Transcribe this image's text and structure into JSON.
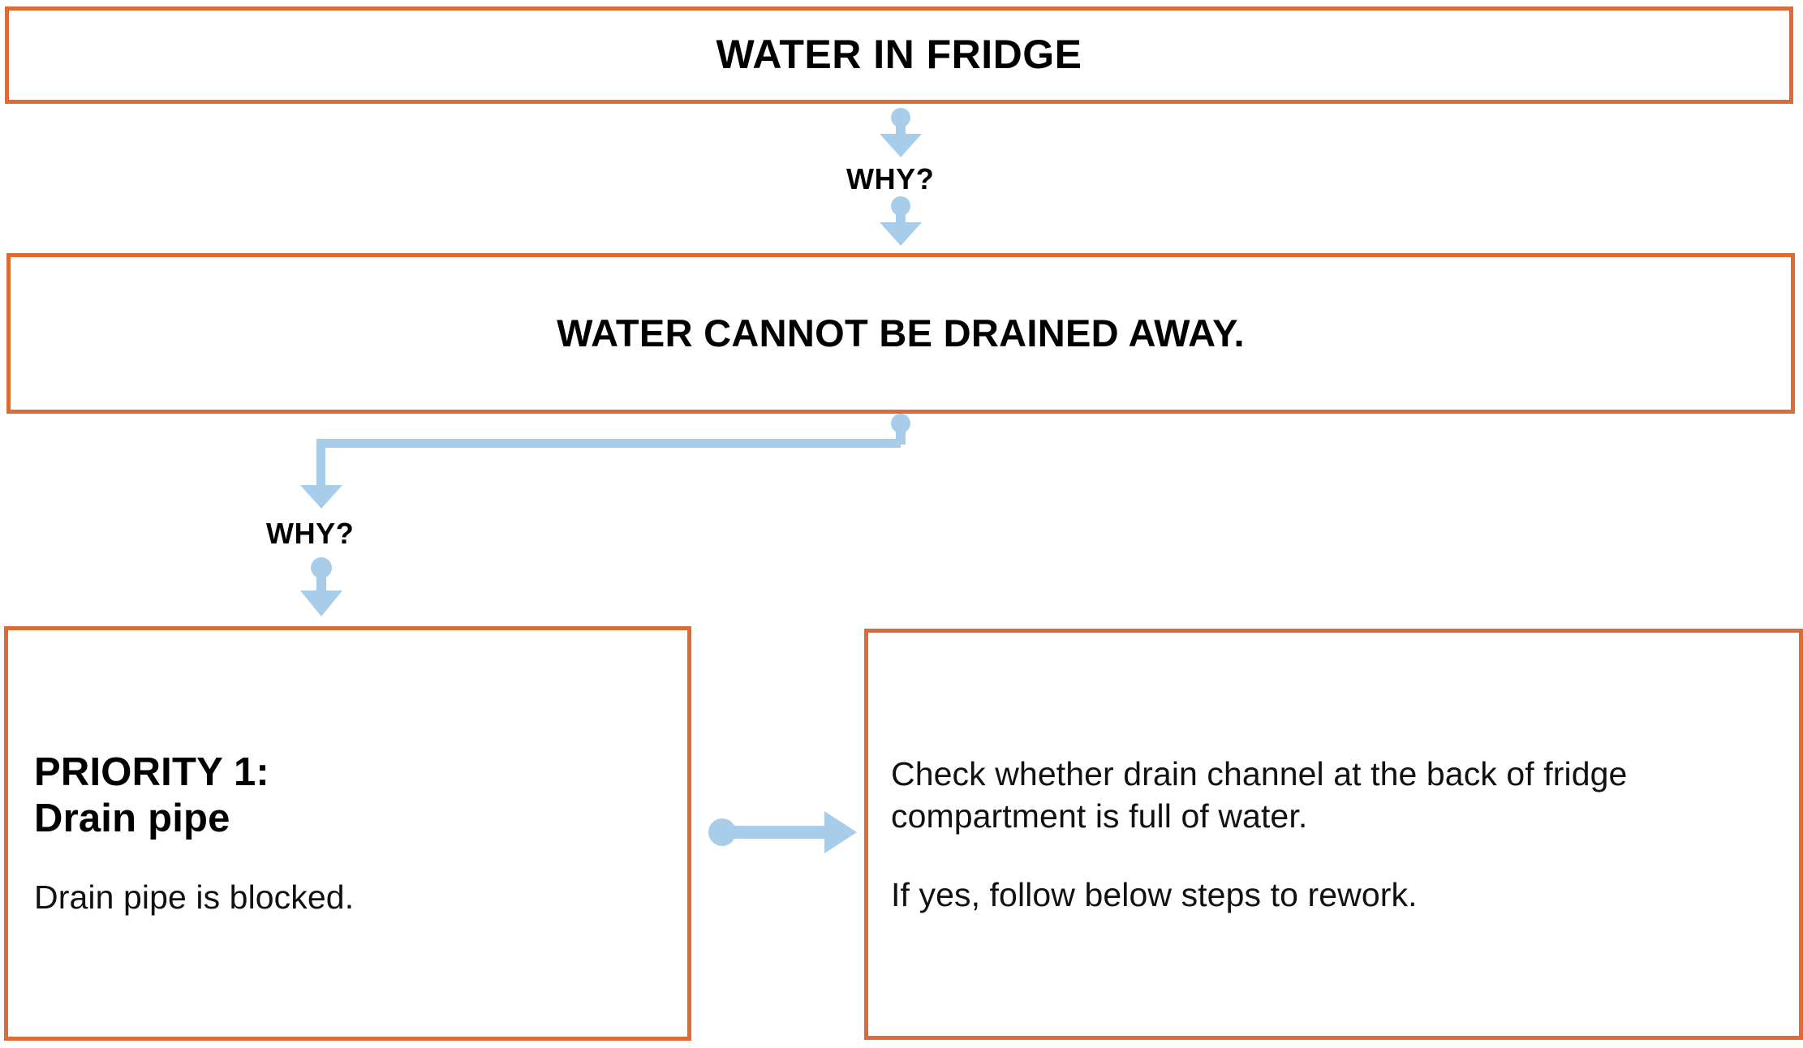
{
  "diagram": {
    "type": "root-cause-5-whys-flowchart",
    "accent_color": "#dc6b38",
    "connector_color": "#a8cdea",
    "text_color": "#000000",
    "background_color": "#ffffff",
    "nodes": {
      "problem": {
        "title": "WATER IN FRIDGE"
      },
      "cause_level_1": {
        "title": "WATER CANNOT BE DRAINED AWAY."
      },
      "priority": {
        "heading_line_1": "PRIORITY 1:",
        "heading_line_2": "Drain pipe",
        "detail": "Drain pipe is blocked."
      },
      "action": {
        "paragraph_1": "Check whether drain channel at the back of fridge compartment is full of water.",
        "paragraph_2": "If yes, follow below steps to rework."
      }
    },
    "connectors": {
      "why_1_label": "WHY?",
      "why_2_label": "WHY?"
    }
  }
}
